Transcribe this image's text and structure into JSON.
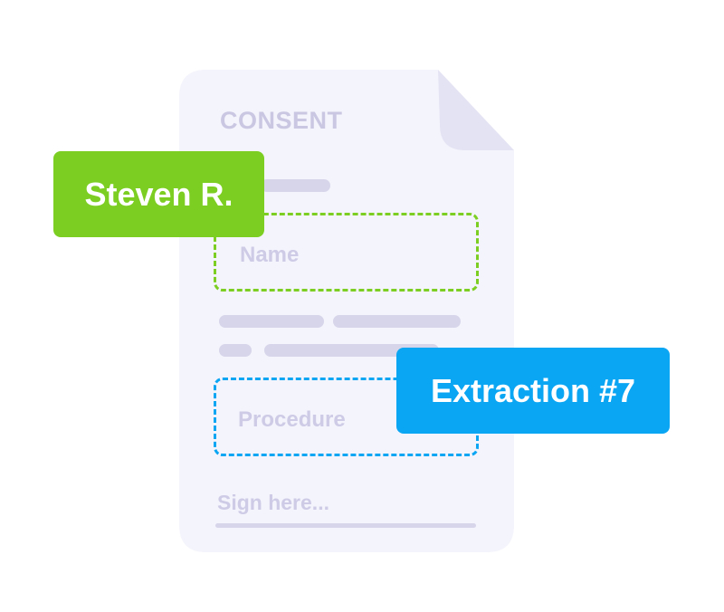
{
  "document": {
    "title": "CONSENT",
    "fields": {
      "name_label": "Name",
      "procedure_label": "Procedure",
      "signature_label": "Sign here..."
    }
  },
  "tags": {
    "name_value": "Steven R.",
    "extraction_label": "Extraction #7"
  },
  "colors": {
    "page": "#f4f4fc",
    "fold": "#e4e3f3",
    "placeholder_line": "#d6d5ea",
    "green_tag": "#7ccf22",
    "blue_tag": "#0aa5f3"
  }
}
